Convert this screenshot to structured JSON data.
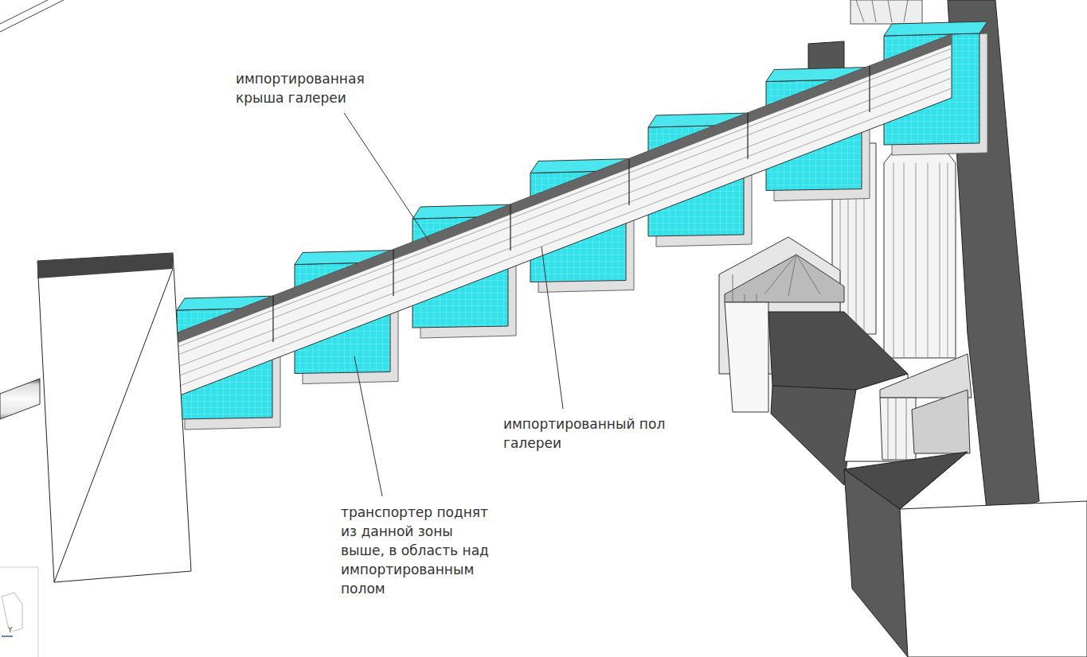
{
  "diagram": {
    "labels": [
      "импортированная крыша галереи",
      "импортированный пол галереи",
      "транспортер поднят из данной зоны выше, в область над импортированным полом",
      "Y"
    ]
  }
}
